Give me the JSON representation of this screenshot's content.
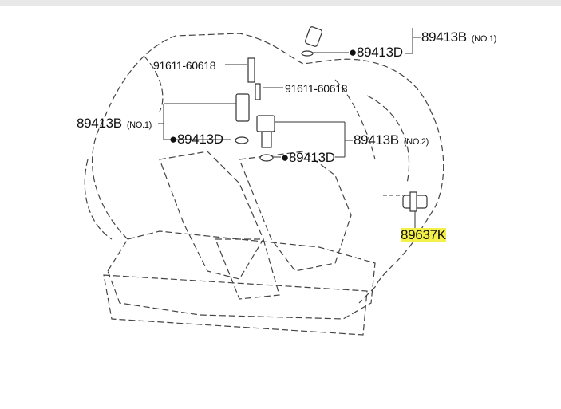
{
  "labels": {
    "b_top": {
      "part": "89413B",
      "note": "(NO.1)"
    },
    "d_top": {
      "part": "●89413D"
    },
    "bolt_left": {
      "part": "91611-60618"
    },
    "bolt_right": {
      "part": "91611-60618"
    },
    "b_left": {
      "part": "89413B",
      "note": "(NO.1)"
    },
    "d_left": {
      "part": "●89413D"
    },
    "b_right": {
      "part": "89413B",
      "note": "(NO.2)"
    },
    "d_mid": {
      "part": "●89413D"
    },
    "k_sensor": {
      "part": "89637K"
    }
  },
  "colors": {
    "highlight": "#f4f04a",
    "line": "#333333"
  }
}
